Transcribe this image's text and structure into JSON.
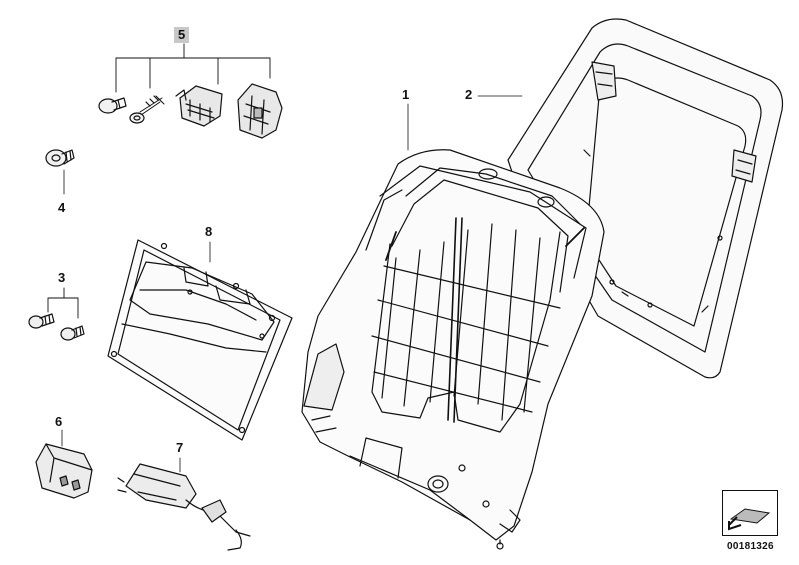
{
  "part_numbers": [
    "1",
    "2",
    "3",
    "4",
    "5",
    "6",
    "7",
    "8"
  ],
  "highlighted_part": "5",
  "diagram_code": "00181326",
  "icons": {
    "legend": "arrow-return-icon"
  }
}
